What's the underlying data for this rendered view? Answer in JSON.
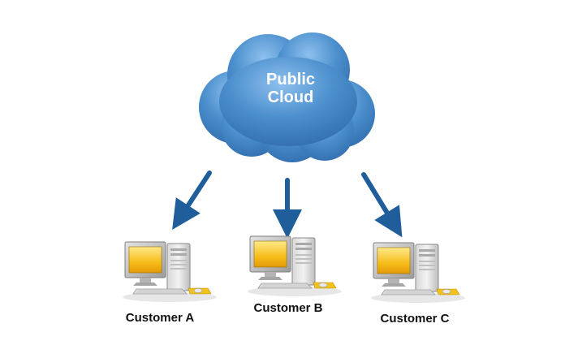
{
  "cloud": {
    "label_line1": "Public",
    "label_line2": "Cloud",
    "color_main": "#3f86c6",
    "color_light": "#7fb5e6",
    "color_dark": "#2a63a3"
  },
  "arrow_color": "#1f5e9b",
  "customers": [
    {
      "label": "Customer A"
    },
    {
      "label": "Customer B"
    },
    {
      "label": "Customer C"
    }
  ],
  "computer_icon": "desktop-computer-icon"
}
